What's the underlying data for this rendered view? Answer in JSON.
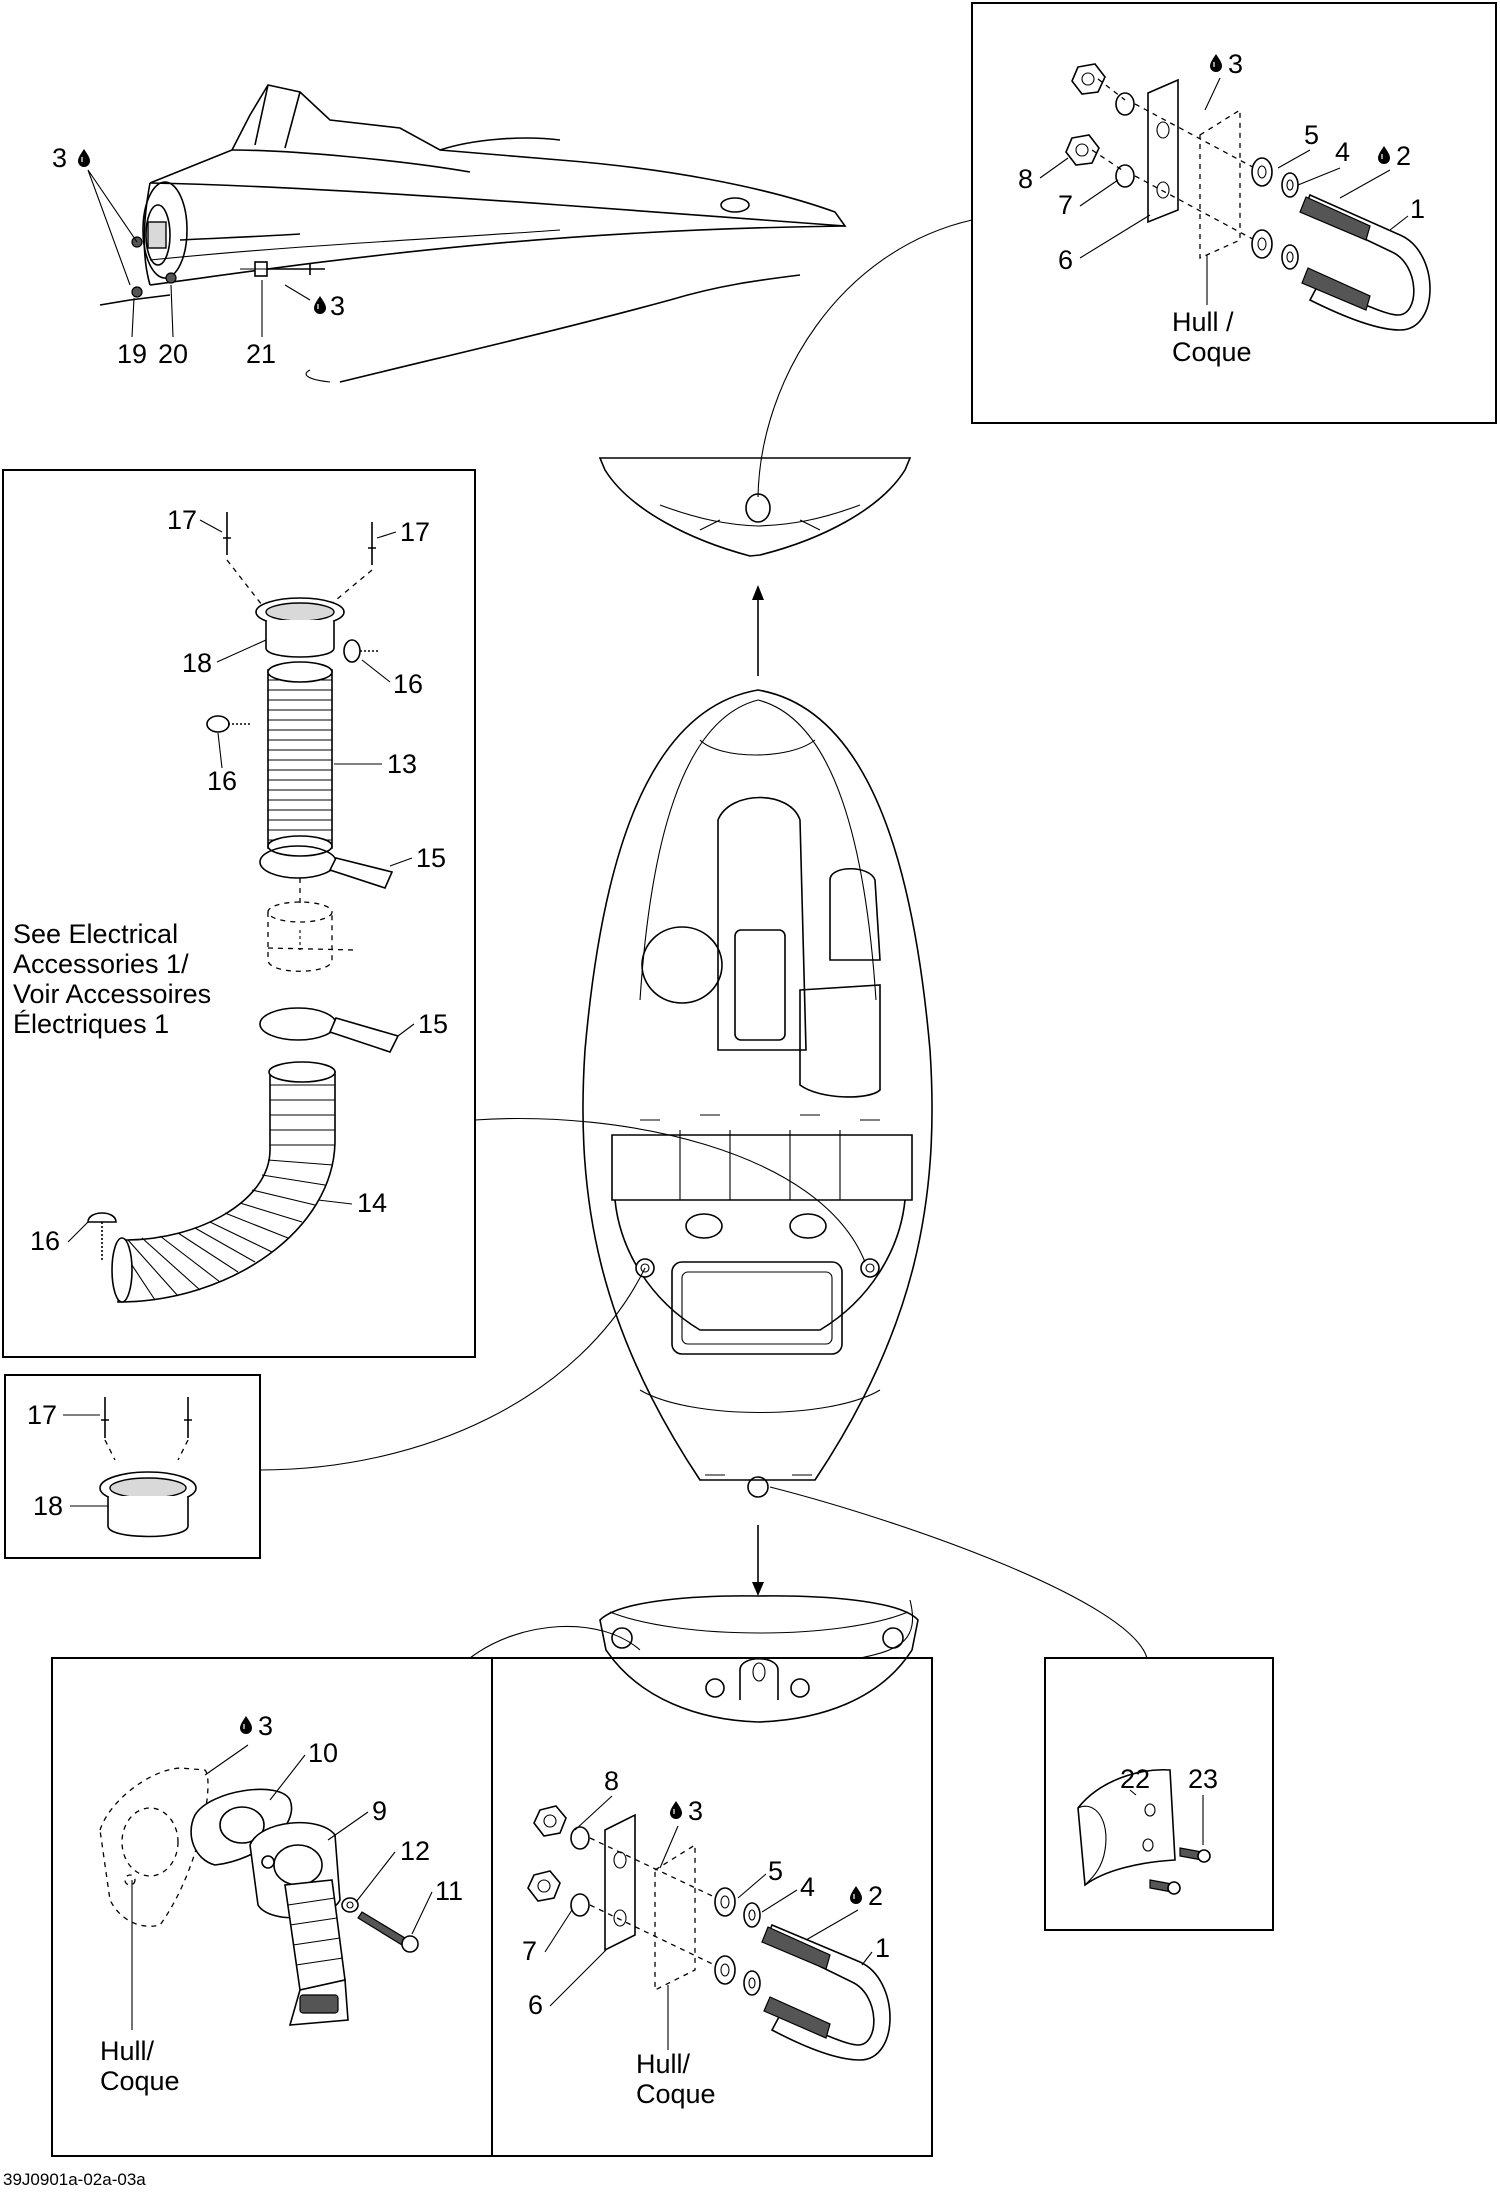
{
  "callouts": {
    "c1a": "1",
    "c2a": "2",
    "c3a": "3",
    "c4a": "4",
    "c5a": "5",
    "c6a": "6",
    "c7a": "7",
    "c8a": "8",
    "c3top": "3",
    "c3boat": "3",
    "c3rivet": "3",
    "c19": "19",
    "c20": "20",
    "c21": "21",
    "c17a": "17",
    "c17b": "17",
    "c18a": "18",
    "c16a": "16",
    "c16b": "16",
    "c13": "13",
    "c15a": "15",
    "c15b": "15",
    "c14": "14",
    "c16c": "16",
    "c17c": "17",
    "c18b": "18",
    "c3drain": "3",
    "c10": "10",
    "c9": "9",
    "c12": "12",
    "c11": "11",
    "c8b": "8",
    "c3b": "3",
    "c5b": "5",
    "c4b": "4",
    "c2b": "2",
    "c1b": "1",
    "c7b": "7",
    "c6b": "6",
    "c22": "22",
    "c23": "23"
  },
  "notes": {
    "hull_line1": "Hull /",
    "hull_line2": "Coque",
    "hull2_line1": "Hull/",
    "hull2_line2": "Coque",
    "hull3_line1": "Hull/",
    "hull3_line2": "Coque",
    "electrical_1": "See Electrical",
    "electrical_2": "Accessories 1/",
    "electrical_3": "Voir Accessoires",
    "electrical_4": "Électriques 1"
  },
  "icons": {
    "adhesive": "droplet-icon"
  },
  "figure_code": "39J0901a-02a-03a"
}
